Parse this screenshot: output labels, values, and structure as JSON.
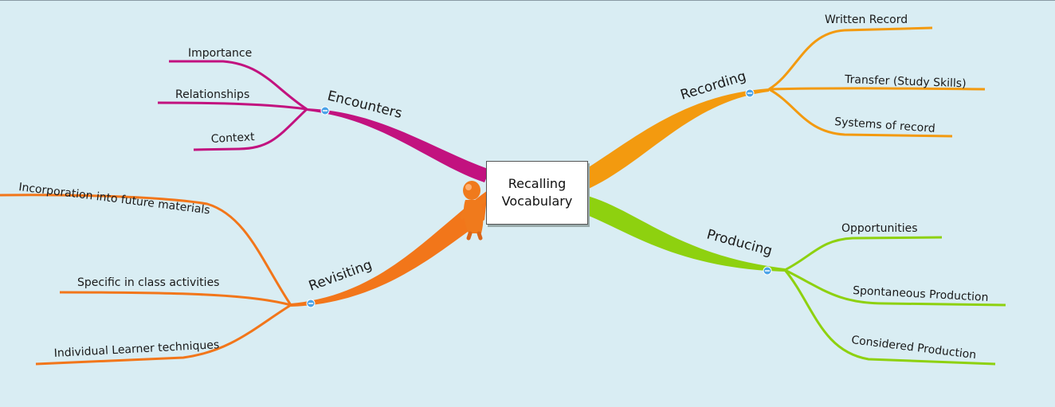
{
  "center": {
    "line1": "Recalling",
    "line2": "Vocabulary"
  },
  "colors": {
    "encounters": "#c2127f",
    "recording": "#f39a0f",
    "producing": "#8ed10f",
    "revisiting": "#f2761a",
    "background": "#d9edf3"
  },
  "branches": {
    "encounters": {
      "label": "Encounters",
      "children": [
        "Importance",
        "Relationships",
        "Context"
      ]
    },
    "recording": {
      "label": "Recording",
      "children": [
        "Written Record",
        "Transfer (Study Skills)",
        "Systems of record"
      ]
    },
    "producing": {
      "label": "Producing",
      "children": [
        "Opportunities",
        "Spontaneous Production",
        "Considered Production"
      ]
    },
    "revisiting": {
      "label": "Revisiting",
      "children": [
        "Incorporation into future materials",
        "Specific in class activities",
        "Individual Learner techniques"
      ]
    }
  },
  "icons": {
    "mascot": "presenter-figure-icon",
    "collapse": "collapse-toggle-icon"
  }
}
